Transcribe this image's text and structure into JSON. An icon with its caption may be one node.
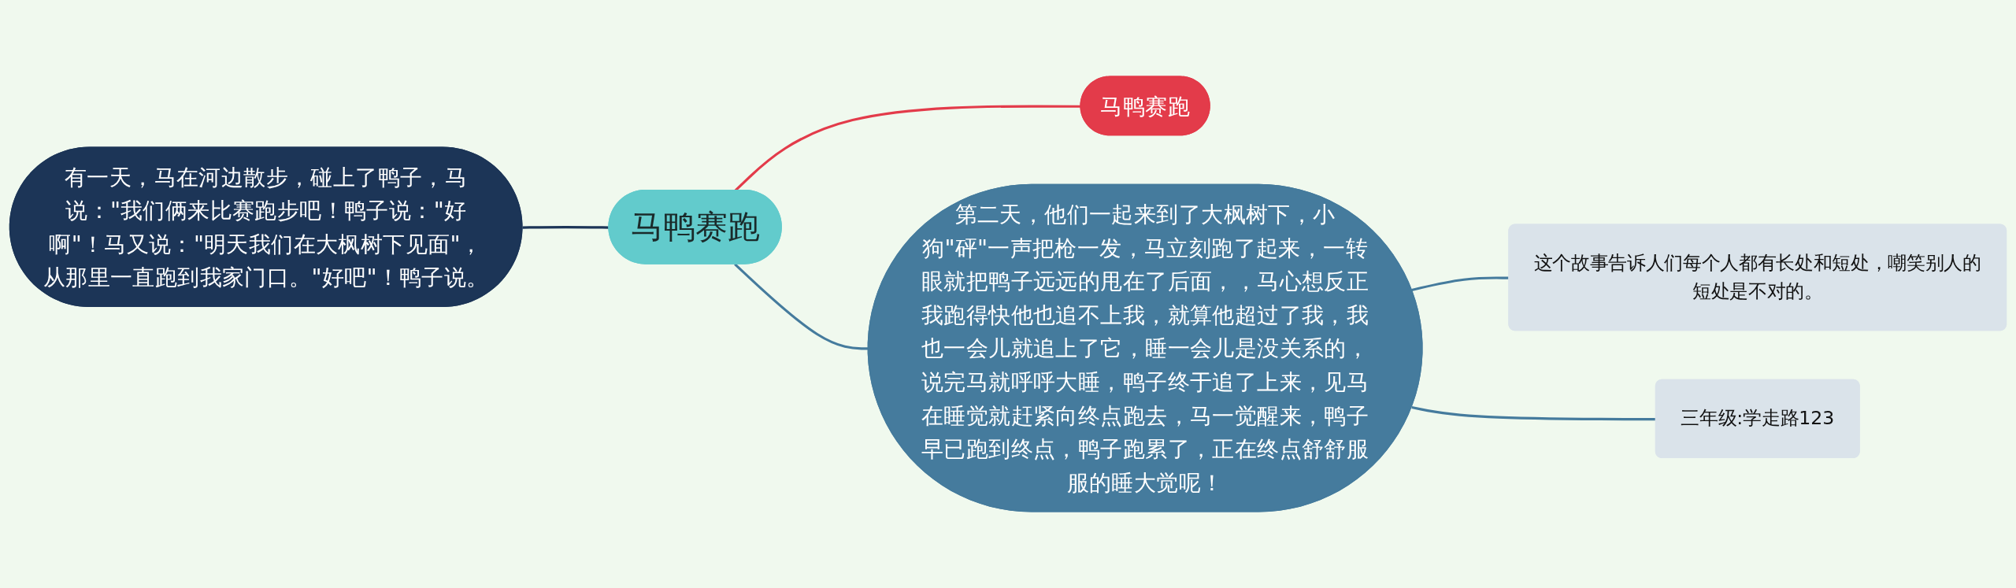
{
  "diagram": {
    "nodes": [
      {
        "text": [
          "有一天，马在河边散步，碰上了鸭子，马说：\"我们俩来比赛跑步吧！鸭子说：\"好啊\"！马又说：\"明天我们在大枫树下见面\"，从那里一直跑到我家门口。\"好吧\"！鸭子说。"
        ]
      },
      {
        "text": [
          "马鸭赛跑"
        ]
      },
      {
        "text": [
          "马鸭赛跑"
        ]
      },
      {
        "text": [
          "第二天，他们一起来到了大枫树下，小狗\"砰\"一声把枪一发，马立刻跑了起来，一转眼就把鸭子远远的甩在了后面，，马心想反正我跑得快他也追不上我，就算他超过了我，我也一会儿就追上了它，睡一会儿是没关系的，说完马就呼呼大睡，鸭子终于追了上来，见马在睡觉就赶紧向终点跑去，马一觉醒来，鸭子早已跑到终点，鸭子跑累了，正在终点舒舒服服的睡大觉呢！"
        ]
      },
      {
        "text": [
          "这个故事告诉人们每个人都有长处和短处，嘲笑别人的短处是不对的。"
        ]
      },
      {
        "text": [
          "三年级:学走路123"
        ]
      }
    ],
    "edges": [
      {
        "from": 0,
        "to": 1,
        "arrow": "none",
        "color": "#1c3557"
      },
      {
        "from": 1,
        "to": 2,
        "arrow": "none",
        "color": "#e33b4a"
      },
      {
        "from": 1,
        "to": 3,
        "arrow": "none"
      },
      {
        "from": 3,
        "to": 4,
        "arrow": "none"
      },
      {
        "from": 3,
        "to": 5,
        "arrow": "none"
      }
    ]
  }
}
